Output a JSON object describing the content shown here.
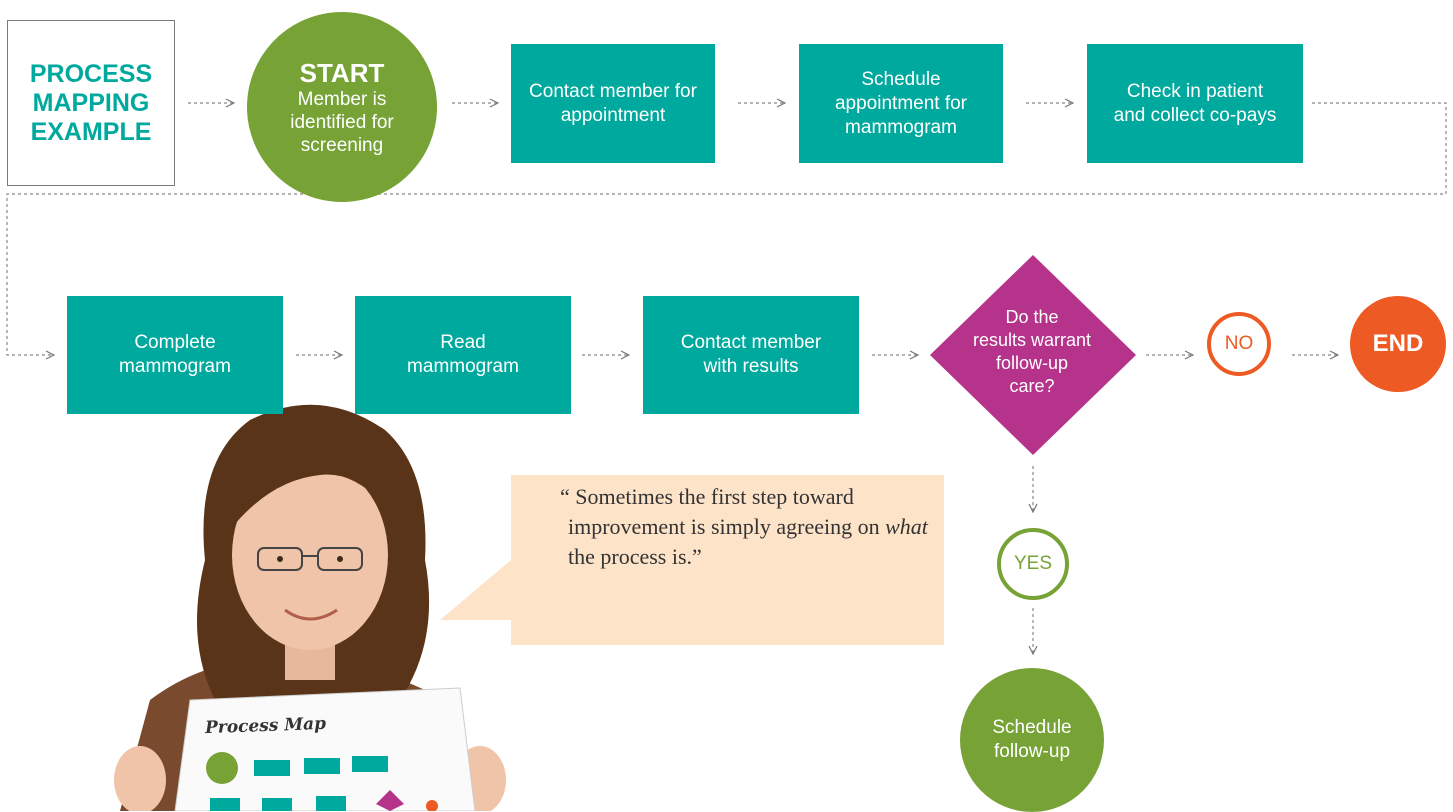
{
  "title": "PROCESS\nMAPPING\nEXAMPLE",
  "start": {
    "label": "START",
    "sub": "Member is\nidentified for\nscreening"
  },
  "steps_row1": [
    "Contact member for\nappointment",
    "Schedule\nappointment for\nmammogram",
    "Check in patient\nand collect co-pays"
  ],
  "steps_row2": [
    "Complete\nmammogram",
    "Read\nmammogram",
    "Contact member\nwith results"
  ],
  "decision": "Do the\nresults warrant\nfollow-up\ncare?",
  "no_label": "NO",
  "end_label": "END",
  "yes_label": "YES",
  "followup_label": "Schedule\nfollow-up",
  "quote": {
    "before": "“ Sometimes the first step toward improvement is simply agreeing on ",
    "emphasis": "what",
    "after": " the process is.”"
  },
  "photo_caption": "Process Map",
  "colors": {
    "teal": "#00a99d",
    "green": "#76a236",
    "orange": "#ee5a24",
    "magenta": "#b5338a",
    "quote_bg": "#fde3c8"
  }
}
